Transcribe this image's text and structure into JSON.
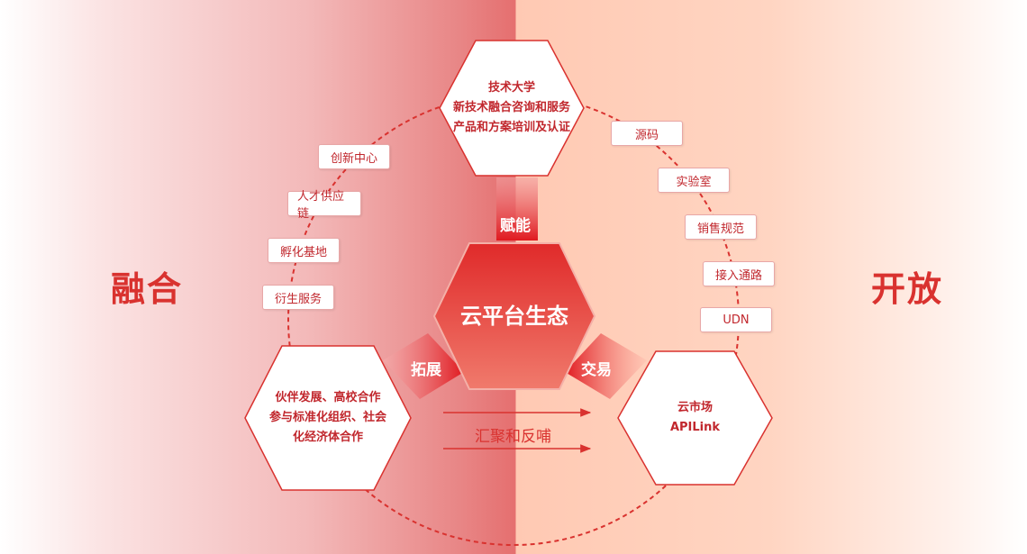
{
  "left_title": "融合",
  "right_title": "开放",
  "center": {
    "label": "云平台生态"
  },
  "top_hex": {
    "lines": [
      "技术大学",
      "新技术融合咨询和服务",
      "产品和方案培训及认证"
    ]
  },
  "left_hex": {
    "lines": [
      "伙伴发展、高校合作",
      "参与标准化组织、社会",
      "化经济体合作"
    ]
  },
  "right_hex": {
    "lines": [
      "云市场",
      "APILink"
    ]
  },
  "connectors": {
    "top": "赋能",
    "left": "拓展",
    "right": "交易"
  },
  "flow_label": "汇聚和反哺",
  "left_tags": [
    "创新中心",
    "人才供应链",
    "孵化基地",
    "衍生服务"
  ],
  "right_tags": [
    "源码",
    "实验室",
    "销售规范",
    "接入通路",
    "UDN"
  ],
  "colors": {
    "accent": "#d9322f",
    "dark_red": "#c1272d"
  }
}
